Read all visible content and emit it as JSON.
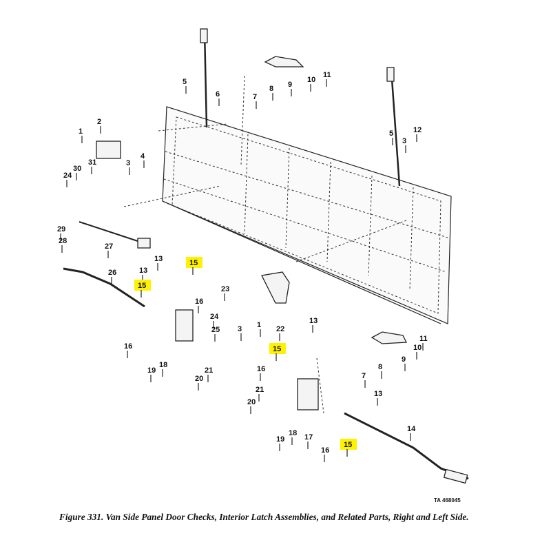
{
  "figure": {
    "caption": "Figure 331. Van Side Panel Door Checks, Interior Latch Assemblies, and Related Parts, Right and Left Side.",
    "ta_number": "TA 468045",
    "highlight_color": "#fff200"
  },
  "callouts": [
    "5",
    "6",
    "7",
    "8",
    "9",
    "10",
    "11",
    "1",
    "2",
    "3",
    "4",
    "31",
    "30",
    "24",
    "5",
    "12",
    "3",
    "29",
    "28",
    "27",
    "26",
    "13",
    "13",
    "15",
    "15",
    "16",
    "16",
    "23",
    "24",
    "3",
    "1",
    "22",
    "25",
    "19",
    "18",
    "21",
    "20",
    "13",
    "15",
    "16",
    "11",
    "10",
    "9",
    "8",
    "7",
    "21",
    "20",
    "13",
    "19",
    "18",
    "17",
    "16",
    "15",
    "14"
  ]
}
